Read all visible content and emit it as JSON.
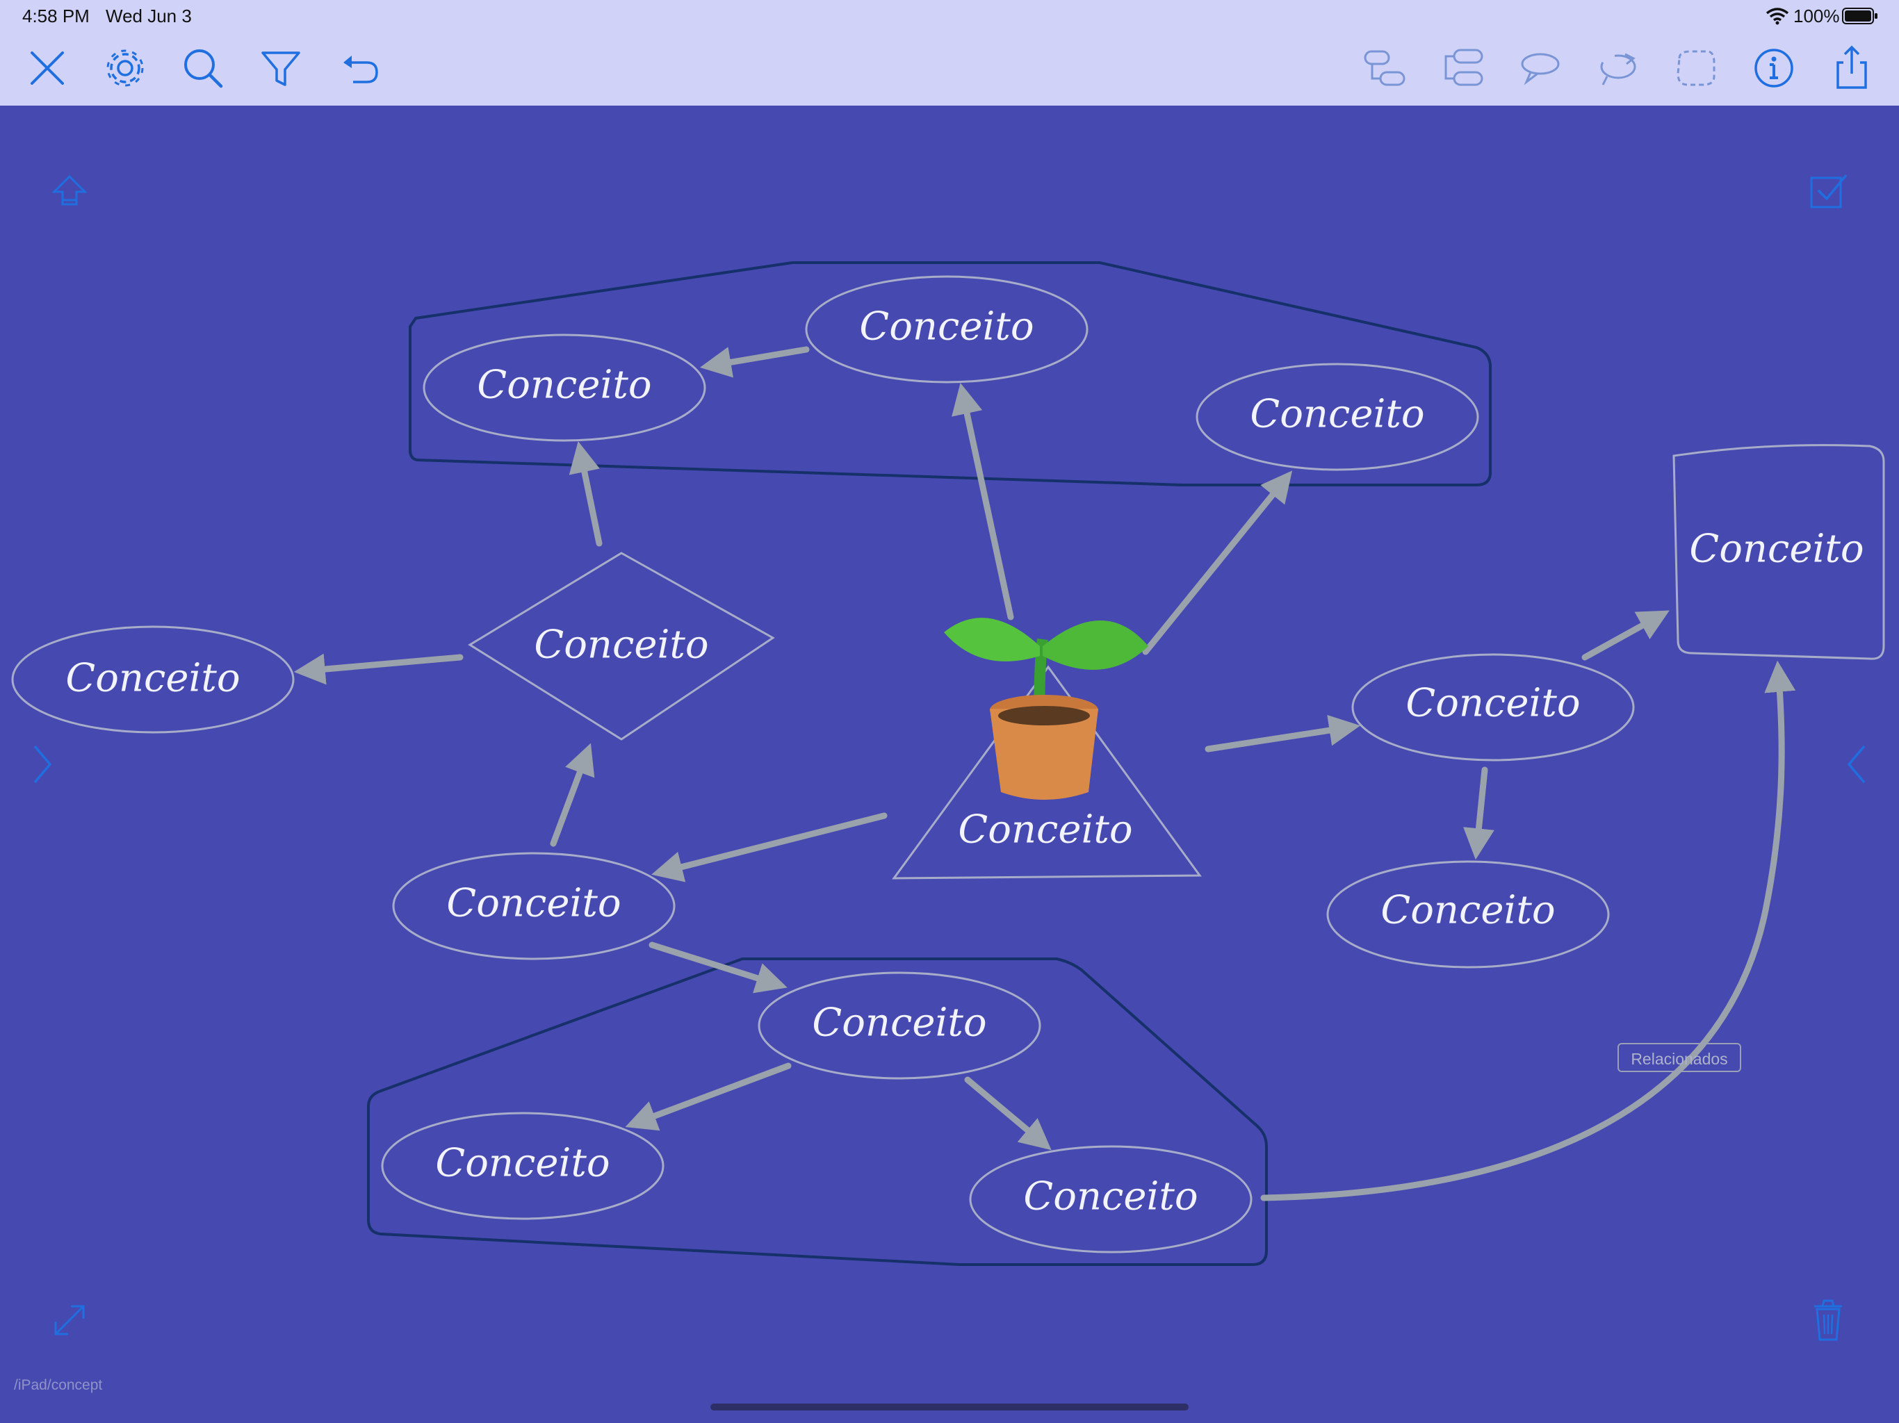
{
  "status_bar": {
    "time": "4:58 PM",
    "date": "Wed Jun 3",
    "battery": "100%"
  },
  "toolbar": {
    "left": [
      {
        "name": "close-icon"
      },
      {
        "name": "gear-icon"
      },
      {
        "name": "search-icon"
      },
      {
        "name": "filter-icon"
      },
      {
        "name": "undo-icon"
      }
    ],
    "right": [
      {
        "name": "add-child-node-icon"
      },
      {
        "name": "add-sibling-node-icon"
      },
      {
        "name": "add-comment-icon"
      },
      {
        "name": "add-relation-icon"
      },
      {
        "name": "add-group-icon"
      },
      {
        "name": "info-icon"
      },
      {
        "name": "share-icon"
      }
    ]
  },
  "map": {
    "nodes": [
      {
        "id": "n-top-center",
        "label": "Conceito",
        "shape": "ellipse"
      },
      {
        "id": "n-top-left",
        "label": "Conceito",
        "shape": "ellipse"
      },
      {
        "id": "n-top-right",
        "label": "Conceito",
        "shape": "ellipse"
      },
      {
        "id": "n-diamond",
        "label": "Conceito",
        "shape": "diamond"
      },
      {
        "id": "n-far-left",
        "label": "Conceito",
        "shape": "ellipse"
      },
      {
        "id": "n-root",
        "label": "Conceito",
        "shape": "triangle"
      },
      {
        "id": "n-mid-left",
        "label": "Conceito",
        "shape": "ellipse"
      },
      {
        "id": "n-right",
        "label": "Conceito",
        "shape": "ellipse"
      },
      {
        "id": "n-right-lower",
        "label": "Conceito",
        "shape": "ellipse"
      },
      {
        "id": "n-rect",
        "label": "Conceito",
        "shape": "rectangle"
      },
      {
        "id": "n-bottom-center",
        "label": "Conceito",
        "shape": "ellipse"
      },
      {
        "id": "n-bottom-left",
        "label": "Conceito",
        "shape": "ellipse"
      },
      {
        "id": "n-bottom-right",
        "label": "Conceito",
        "shape": "ellipse"
      }
    ],
    "relation_label": "Relacionados",
    "root_icon": "potted-plant-icon"
  },
  "footer": {
    "path": "/iPad/concept"
  },
  "colors": {
    "chrome": "#d0d3f7",
    "canvas": "#4649b0",
    "accent": "#1f6fe0",
    "edge": "#9aa2ab",
    "node_outline": "#a7acc9",
    "group_outline": "#16306a"
  }
}
